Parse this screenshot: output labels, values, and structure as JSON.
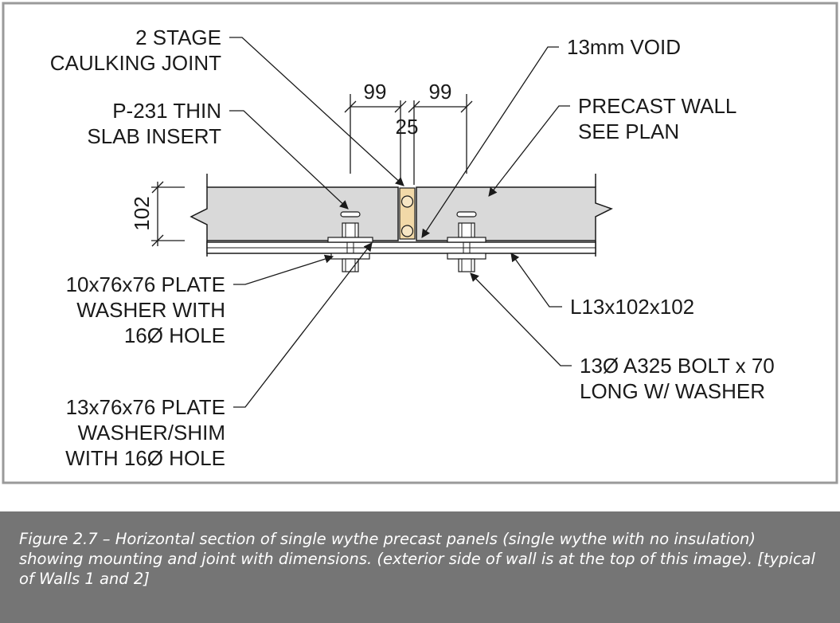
{
  "labels": {
    "caulking": [
      "2 STAGE",
      "CAULKING JOINT"
    ],
    "insert": [
      "P-231 THIN",
      "SLAB INSERT"
    ],
    "void": [
      "13mm VOID"
    ],
    "wall": [
      "PRECAST WALL",
      "SEE PLAN"
    ],
    "plate10": [
      "10x76x76 PLATE",
      "WASHER WITH",
      "16Ø HOLE"
    ],
    "angle": [
      "L13x102x102"
    ],
    "bolt": [
      "13Ø A325 BOLT x 70",
      "LONG W/ WASHER"
    ],
    "plate13": [
      "13x76x76 PLATE",
      "WASHER/SHIM",
      "WITH 16Ø HOLE"
    ]
  },
  "dimensions": {
    "left": "99",
    "right": "99",
    "joint": "25",
    "thickness": "102"
  },
  "colors": {
    "panel": "#d9d9d9",
    "outline": "#1a1a1a",
    "caulk": "#f2d9a8",
    "caption_bg": "#757575",
    "caption_text": "#ffffff"
  },
  "caption": "Figure 2.7 – Horizontal section of single wythe precast panels (single wythe with no insulation) showing mounting and joint with dimensions. (exterior side of wall is at the top of this image).  [typical of Walls 1 and 2]"
}
